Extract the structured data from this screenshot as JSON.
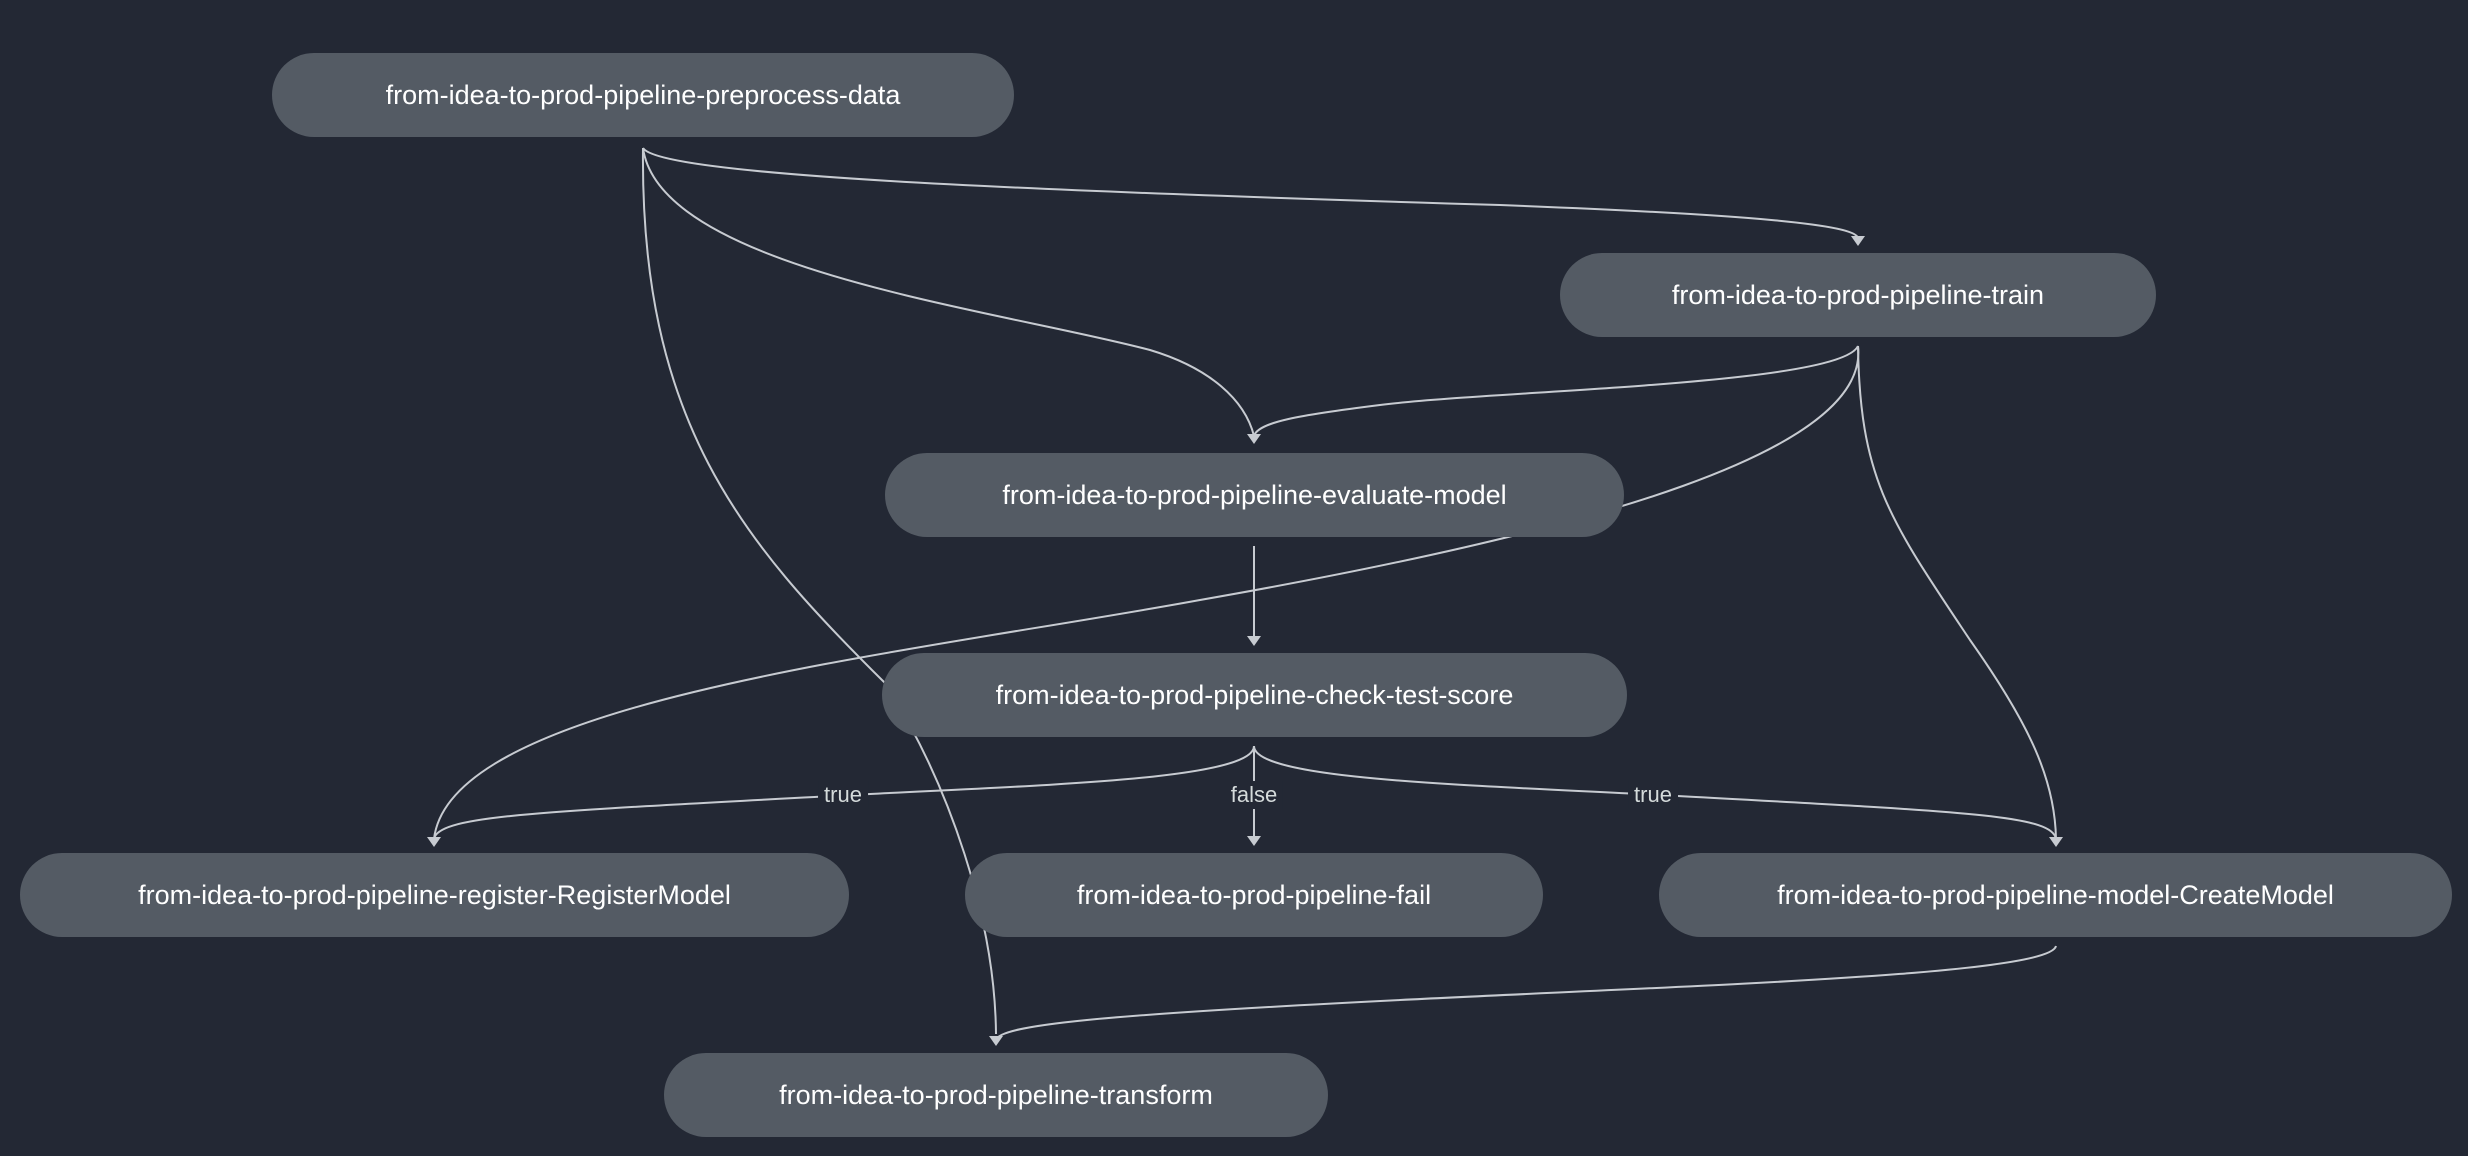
{
  "pipeline": {
    "steps": {
      "preprocess": "from-idea-to-prod-pipeline-preprocess-data",
      "train": "from-idea-to-prod-pipeline-train",
      "evaluate": "from-idea-to-prod-pipeline-evaluate-model",
      "check": "from-idea-to-prod-pipeline-check-test-score",
      "register": "from-idea-to-prod-pipeline-register-RegisterModel",
      "fail": "from-idea-to-prod-pipeline-fail",
      "create_model": "from-idea-to-prod-pipeline-model-CreateModel",
      "transform": "from-idea-to-prod-pipeline-transform"
    },
    "edge_labels": {
      "to_register": "true",
      "to_fail": "false",
      "to_create_model": "true"
    }
  },
  "colors": {
    "background": "#232834",
    "node_fill": "#545b64",
    "node_text": "#ffffff",
    "edge": "#c7cbd1",
    "label_text": "#d5dbdb"
  }
}
